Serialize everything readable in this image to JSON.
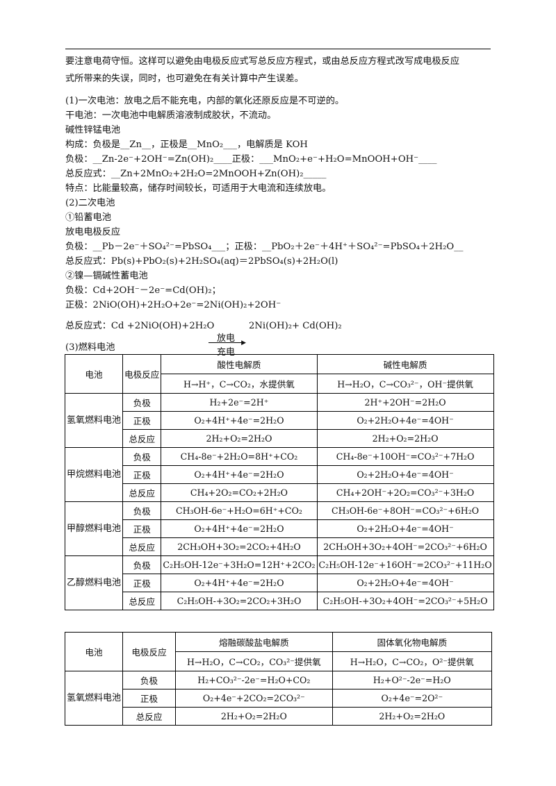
{
  "intro": [
    "要注意电荷守恒。这样可以避免由电极反应式写总反应方程式，或由总反应方程式改写成电极反应",
    "式所带来的失误，同时，也可避免在有关计算中产生误差。"
  ],
  "lines": [
    "(1)一次电池：放电之后不能充电，内部的氧化还原反应是不可逆的。",
    "干电池：一次电池中电解质溶液制成胶状，不流动。",
    "碱性锌锰电池",
    "构成：负极是__Zn__，正极是__MnO₂___，电解质是 KOH",
    "负极：__Zn-2e⁻+2OH⁻=Zn(OH)₂____正极：___MnO₂+e⁻+H₂O=MnOOH+OH⁻____",
    "总反应式：__Zn+2MnO₂+2H₂O=2MnOOH+Zn(OH)₂_____",
    "特点：比能量较高，储存时间较长，可适用于大电流和连续放电。",
    "(2)二次电池",
    "①铅蓄电池",
    "放电电极反应",
    "负极：__Pb－2e⁻＋SO₄²⁻=PbSO₄___；正极：__PbO₂＋2e⁻＋4H⁺＋SO₄²⁻=PbSO₄＋2H₂O__",
    "总反应式：Pb(s)+PbO₂(s)+2H₂SO₄(aq)＝2PbSO₄(s)+2H₂O(l)",
    "②镍—镉碱性蓄电池",
    "负极：Cd+2OH⁻－2e⁻=Cd(OH)₂；",
    "正极：2NiO(OH)+2H₂O+2e⁻=2Ni(OH)₂+2OH⁻"
  ],
  "total_reaction": {
    "left": "总反应式：Cd +2NiO(OH)+2H₂O",
    "above": "放电",
    "below": "充电",
    "right": "2Ni(OH)₂+ Cd(OH)₂"
  },
  "section3": "(3)燃料电池",
  "table1": {
    "h_battery": "电池",
    "h_reaction": "电极反应",
    "h_acid": "酸性电解质",
    "h_base": "碱性电解质",
    "sub_acid": "H→H⁺，C→CO₂，水提供氧",
    "sub_base": "H→H₂O，C→CO₃²⁻，OH⁻提供氧",
    "groups": [
      {
        "name": "氢氧燃料电池",
        "rows": [
          [
            "负极",
            "H₂+2e⁻=2H⁺",
            "2H⁺+2OH⁻=2H₂O"
          ],
          [
            "正极",
            "O₂+4H⁺+4e⁻=2H₂O",
            "O₂+2H₂O+4e⁻=4OH⁻"
          ],
          [
            "总反应",
            "2H₂+O₂=2H₂O",
            "2H₂+O₂=2H₂O"
          ]
        ]
      },
      {
        "name": "甲烷燃料电池",
        "rows": [
          [
            "负极",
            "CH₄-8e⁻+2H₂O=8H⁺+CO₂",
            "CH₄-8e⁻+10OH⁻=CO₃²⁻+7H₂O"
          ],
          [
            "正极",
            "O₂+4H⁺+4e⁻=2H₂O",
            "O₂+2H₂O+4e⁻=4OH⁻"
          ],
          [
            "总反应",
            "CH₄+2O₂=CO₂+2H₂O",
            "CH₄+2OH⁻+2O₂=CO₃²⁻+3H₂O"
          ]
        ]
      },
      {
        "name": "甲醇燃料电池",
        "rows": [
          [
            "负极",
            "CH₃OH-6e⁻+H₂O=6H⁺+CO₂",
            "CH₃OH-6e⁻+8OH⁻=CO₃²⁻+6H₂O"
          ],
          [
            "正极",
            "O₂+4H⁺+4e⁻=2H₂O",
            "O₂+2H₂O+4e⁻=4OH⁻"
          ],
          [
            "总反应",
            "2CH₃OH+3O₂=2CO₂+4H₂O",
            "2CH₃OH+3O₂+4OH⁻=2CO₃²⁻+6H₂O"
          ]
        ]
      },
      {
        "name": "乙醇燃料电池",
        "rows": [
          [
            "负极",
            "C₂H₅OH-12e⁻+3H₂O=12H⁺+2CO₂",
            "C₂H₅OH-12e⁻+16OH⁻=2CO₃²⁻+11H₂O"
          ],
          [
            "正极",
            "O₂+4H⁺+4e⁻=2H₂O",
            "O₂+2H₂O+4e⁻=4OH⁻"
          ],
          [
            "总反应",
            "C₂H₅OH-+3O₂=2CO₂+3H₂O",
            "C₂H₅OH-+3O₂+4OH⁻=2CO₃²⁻+5H₂O"
          ]
        ]
      }
    ]
  },
  "table2": {
    "h_battery": "电池",
    "h_reaction": "电极反应",
    "h_molten": "熔融碳酸盐电解质",
    "h_solid": "固体氧化物电解质",
    "sub_molten": "H→H₂O，C→CO₂，CO₃²⁻提供氧",
    "sub_solid": "H→H₂O，C→CO₂，O²⁻提供氧",
    "groups": [
      {
        "name": "氢氧燃料电池",
        "rows": [
          [
            "负极",
            "H₂+CO₃²⁻-2e⁻=H₂O+CO₂",
            "H₂+O²⁻-2e⁻=H₂O"
          ],
          [
            "正极",
            "O₂+4e⁻+2CO₂=2CO₃²⁻",
            "O₂+4e⁻=2O²⁻"
          ],
          [
            "总反应",
            "2H₂+O₂=2H₂O",
            "2H₂+O₂=2H₂O"
          ]
        ]
      }
    ]
  }
}
